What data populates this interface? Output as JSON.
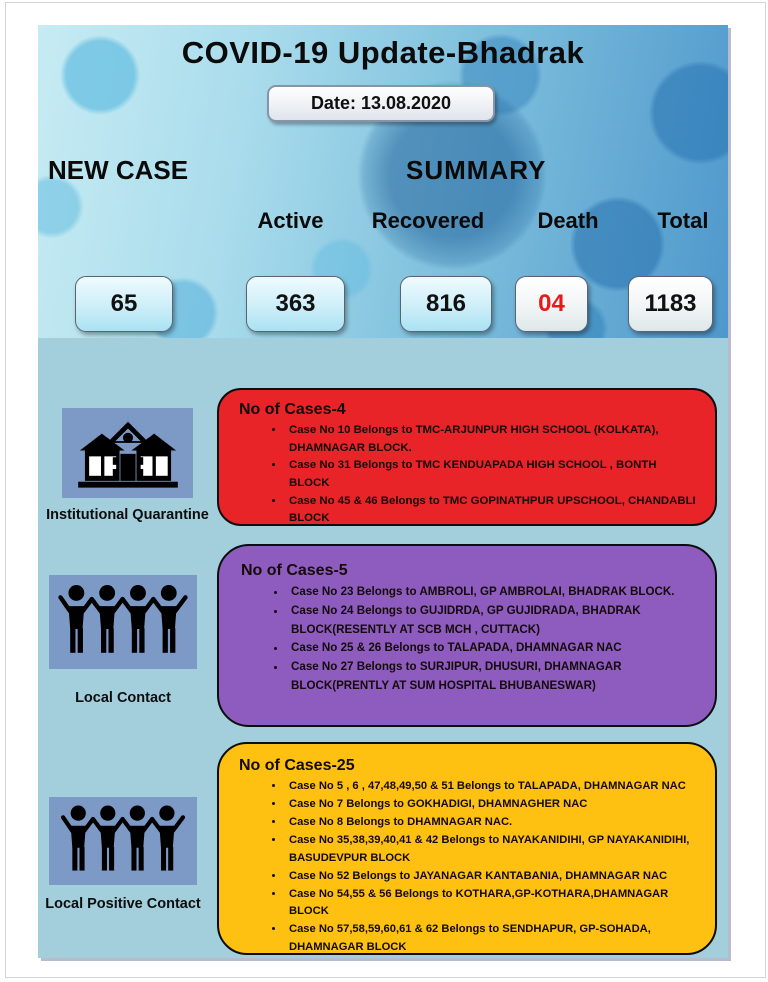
{
  "header": {
    "title": "COVID-19 Update-Bhadrak",
    "date": "Date: 13.08.2020"
  },
  "summary": {
    "new_case_label": "NEW CASE",
    "summary_label": "SUMMARY",
    "column_labels": [
      "Active",
      "Recovered",
      "Death",
      "Total"
    ],
    "values": [
      {
        "name": "new-case",
        "value": "65",
        "color": "#111111"
      },
      {
        "name": "active",
        "value": "363",
        "color": "#111111"
      },
      {
        "name": "recovered",
        "value": "816",
        "color": "#111111"
      },
      {
        "name": "death",
        "value": "04",
        "color": "#e51a1a"
      },
      {
        "name": "total",
        "value": "1183",
        "color": "#111111"
      }
    ]
  },
  "sections": [
    {
      "id": "institutional-quarantine",
      "icon": "building-icon",
      "label": "Institutional Quarantine",
      "box_color": "#e92428",
      "heading": "No of Cases-4",
      "items": [
        "Case No 10 Belongs to TMC-ARJUNPUR HIGH SCHOOL (KOLKATA), DHAMNAGAR BLOCK.",
        "Case No 31 Belongs to TMC KENDUAPADA HIGH SCHOOL , BONTH BLOCK",
        "Case No 45 & 46 Belongs to  TMC GOPINATHPUR UPSCHOOL, CHANDABLI BLOCK"
      ]
    },
    {
      "id": "local-contact",
      "icon": "people-icon",
      "label": "Local Contact",
      "box_color": "#8e5cbe",
      "heading": "No of Cases-5",
      "items": [
        "Case No 23 Belongs to AMBROLI, GP AMBROLAI, BHADRAK BLOCK.",
        "Case No 24 Belongs to GUJIDRDA, GP GUJIDRADA, BHADRAK BLOCK(RESENTLY AT SCB MCH , CUTTACK)",
        "Case No 25 & 26 Belongs to TALAPADA, DHAMNAGAR NAC",
        "Case No 27 Belongs to SURJIPUR, DHUSURI, DHAMNAGAR BLOCK(PRENTLY AT SUM HOSPITAL BHUBANESWAR)"
      ]
    },
    {
      "id": "local-positive-contact",
      "icon": "people-icon",
      "label": "Local Positive Contact",
      "box_color": "#fec111",
      "heading": "No of Cases-25",
      "items": [
        "Case No 5 , 6 , 47,48,49,50 & 51  Belongs to TALAPADA, DHAMNAGAR NAC",
        "Case No 7 Belongs to  GOKHADIGI, DHAMNAGHER NAC",
        "Case No 8 Belongs to DHAMNAGAR NAC.",
        "Case No 35,38,39,40,41 & 42 Belongs to NAYAKANIDIHI, GP NAYAKANIDIHI, BASUDEVPUR BLOCK",
        "Case No 52 Belongs to JAYANAGAR KANTABANIA, DHAMNAGAR NAC",
        "Case No 54,55 & 56 Belongs to KOTHARA,GP-KOTHARA,DHAMNAGAR BLOCK",
        "Case No 57,58,59,60,61 & 62 Belongs to SENDHAPUR, GP-SOHADA, DHAMNAGAR BLOCK"
      ]
    }
  ],
  "colors": {
    "top_band_left": "#c7ebf3",
    "top_band_right": "#4f98cc",
    "lower_background": "#a3cfdd",
    "icon_background": "#7d9ac6",
    "death_value": "#e51a1a"
  }
}
